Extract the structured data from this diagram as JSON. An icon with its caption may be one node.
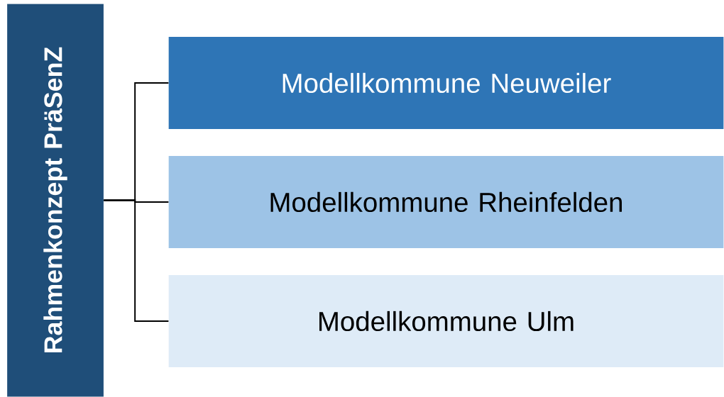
{
  "diagram": {
    "nodes": [
      {
        "text": [
          "Rahmenkonzept PräSenZ"
        ]
      },
      {
        "text": [
          "Modellkommune Neuweiler"
        ]
      },
      {
        "text": [
          "Modellkommune Rheinfelden"
        ]
      },
      {
        "text": [
          "Modellkommune Ulm"
        ]
      }
    ],
    "edges": [
      {
        "from": 0,
        "to": 1,
        "arrow": "none"
      },
      {
        "from": 0,
        "to": 2,
        "arrow": "none"
      },
      {
        "from": 0,
        "to": 3,
        "arrow": "none"
      }
    ]
  }
}
